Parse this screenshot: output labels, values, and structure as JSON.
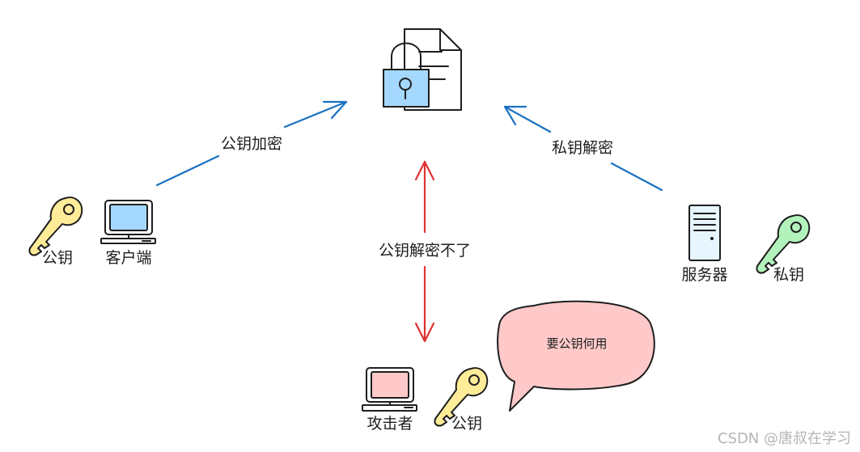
{
  "labels": {
    "encrypt_arrow": "公钥加密",
    "decrypt_arrow": "私钥解密",
    "attacker_arrow": "公钥解密不了",
    "client": "客户端",
    "client_key": "公钥",
    "server": "服务器",
    "server_key": "私钥",
    "attacker": "攻击者",
    "attacker_key": "公钥",
    "bubble": "要公钥何用"
  },
  "watermark": "CSDN @唐叔在学习",
  "colors": {
    "blue_arrow": "#1971c2",
    "red_arrow": "#e03131",
    "lock_fill": "#a5d8ff",
    "client_screen": "#a5d8ff",
    "attacker_screen": "#ffc9c9",
    "bubble_fill": "#ffc9c9",
    "public_key_fill": "#ffec99",
    "private_key_fill": "#b2f2bb",
    "server_fill": "#e7f5ff"
  },
  "icons": [
    "document-icon",
    "lock-icon",
    "client-computer-icon",
    "server-icon",
    "attacker-computer-icon",
    "public-key-icon",
    "private-key-icon",
    "speech-bubble-icon"
  ]
}
